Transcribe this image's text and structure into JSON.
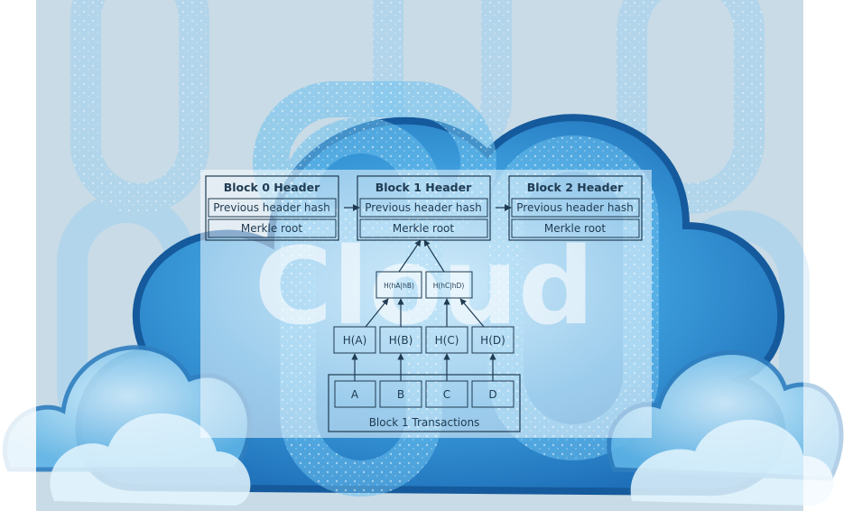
{
  "watermark": "Cloud",
  "blocks": [
    {
      "title": "Block 0 Header",
      "prev_hash": "Previous header hash",
      "merkle": "Merkle root"
    },
    {
      "title": "Block 1 Header",
      "prev_hash": "Previous header hash",
      "merkle": "Merkle root"
    },
    {
      "title": "Block 2 Header",
      "prev_hash": "Previous header hash",
      "merkle": "Merkle root"
    }
  ],
  "merkle_pairs": [
    "H(hA|hB)",
    "H(hC|hD)"
  ],
  "leaf_hashes": [
    "H(A)",
    "H(B)",
    "H(C)",
    "H(D)"
  ],
  "transactions": [
    "A",
    "B",
    "C",
    "D"
  ],
  "transactions_label": "Block 1 Transactions",
  "colors": {
    "sky": "#d6e4ee",
    "cloud": "#2f8fd3",
    "cloud_light": "#7ec6ef",
    "panel": "#ffffff",
    "ink": "#1f3b52"
  }
}
